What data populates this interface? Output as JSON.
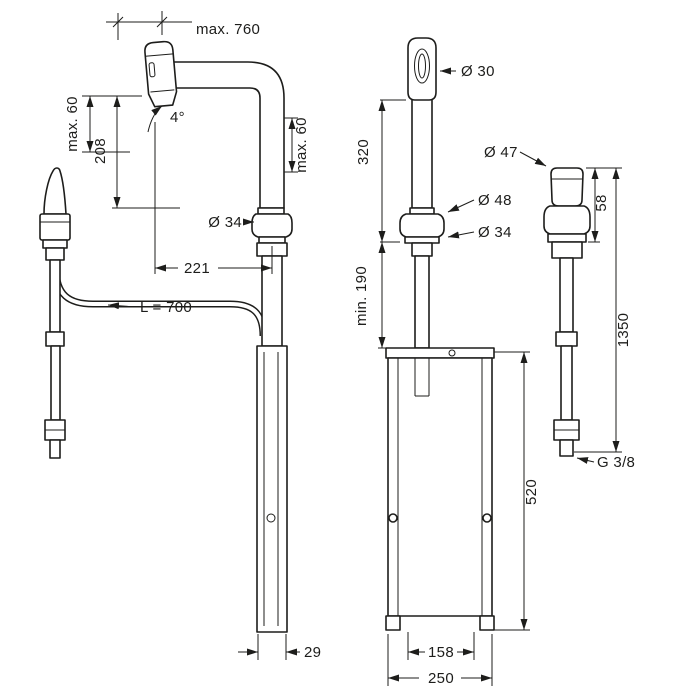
{
  "colors": {
    "line": "#1d1d1b",
    "background": "#ffffff"
  },
  "views": {
    "side": {
      "max_height": "max. 760",
      "head_travel": "max. 60",
      "spout_height": "208",
      "spout_angle": "4°",
      "spout_travel": "max. 60",
      "base_diameter": "Ø 34",
      "spout_reach": "221",
      "hose_length": "L = 700",
      "shaft_width": "29"
    },
    "front": {
      "head_diameter": "Ø 30",
      "outlet_height": "320",
      "valve_diameter": "Ø 47",
      "escutcheon_diameter": "Ø 48",
      "shaft_diameter": "Ø 34",
      "valve_height": "58",
      "min_clearance": "min. 190",
      "connection_length": "1350",
      "thread": "G 3/8",
      "box_height": "520",
      "hole_spacing": "158",
      "box_width": "250"
    }
  }
}
